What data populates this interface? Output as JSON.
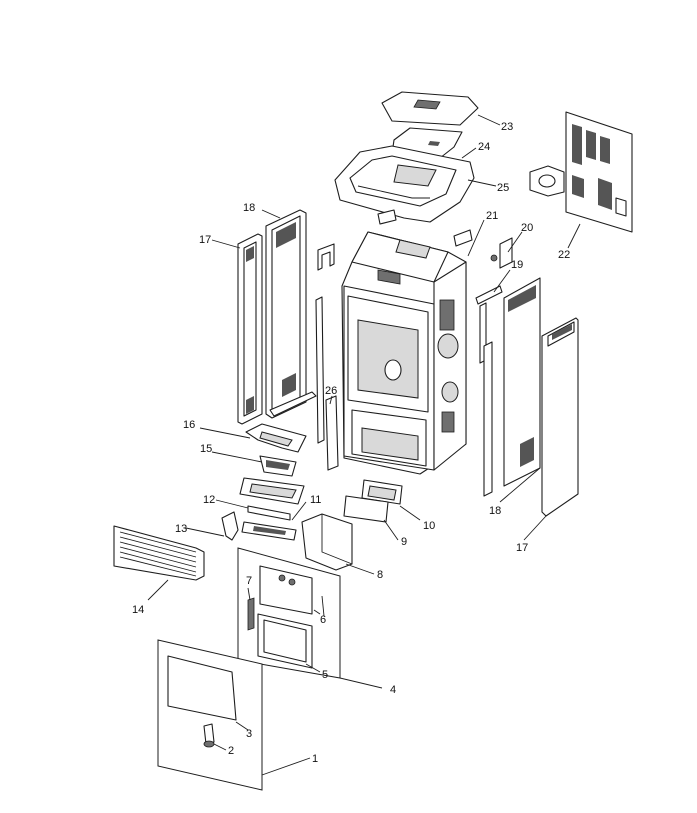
{
  "diagram": {
    "callouts": [
      {
        "id": "1",
        "label": "1"
      },
      {
        "id": "2",
        "label": "2"
      },
      {
        "id": "3",
        "label": "3"
      },
      {
        "id": "4",
        "label": "4"
      },
      {
        "id": "5",
        "label": "5"
      },
      {
        "id": "6",
        "label": "6"
      },
      {
        "id": "7",
        "label": "7"
      },
      {
        "id": "8",
        "label": "8"
      },
      {
        "id": "9",
        "label": "9"
      },
      {
        "id": "10",
        "label": "10"
      },
      {
        "id": "11",
        "label": "11"
      },
      {
        "id": "12",
        "label": "12"
      },
      {
        "id": "13",
        "label": "13"
      },
      {
        "id": "14",
        "label": "14"
      },
      {
        "id": "15",
        "label": "15"
      },
      {
        "id": "16",
        "label": "16"
      },
      {
        "id": "17a",
        "label": "17"
      },
      {
        "id": "17b",
        "label": "17"
      },
      {
        "id": "18a",
        "label": "18"
      },
      {
        "id": "18b",
        "label": "18"
      },
      {
        "id": "19",
        "label": "19"
      },
      {
        "id": "20",
        "label": "20"
      },
      {
        "id": "21",
        "label": "21"
      },
      {
        "id": "22",
        "label": "22"
      },
      {
        "id": "23",
        "label": "23"
      },
      {
        "id": "24",
        "label": "24"
      },
      {
        "id": "25",
        "label": "25"
      },
      {
        "id": "26",
        "label": "26"
      }
    ]
  }
}
